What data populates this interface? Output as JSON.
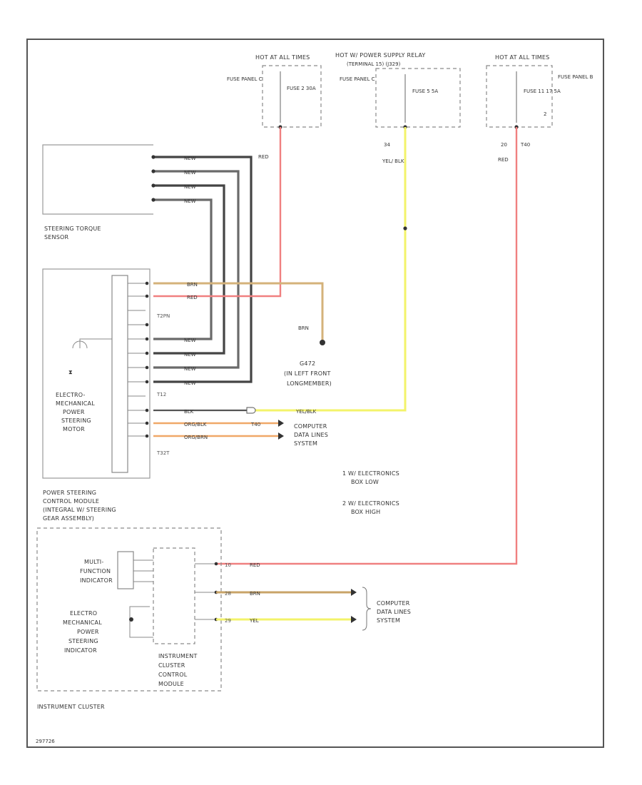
{
  "colors": {
    "red": "#f08080",
    "yellow": "#f3f36a",
    "brown_yellow": "#d4b27a",
    "orange": "#f0a868",
    "dark_wire": "#444444",
    "gray_wire": "#6a6a6a"
  },
  "power": {
    "src1": {
      "title": "HOT AT ALL TIMES",
      "panel": "FUSE PANEL C",
      "fuse": "FUSE 2 30A"
    },
    "src2": {
      "title": "HOT W/ POWER SUPPLY RELAY",
      "title2": "(TERMINAL 15) (J329)",
      "panel": "FUSE PANEL C",
      "fuse": "FUSE 5 5A"
    },
    "src3": {
      "title": "HOT AT ALL TIMES",
      "panel": "FUSE PANEL B",
      "fuse": "FUSE 11 17 5A",
      "side": "2"
    }
  },
  "wire_labels": {
    "red_top": "RED",
    "yel_pin": "34",
    "yel_top": "YEL/ BLK",
    "red3_pin": "20",
    "red3_conn": "T40",
    "red3_top": "RED",
    "sensor1": "NEW",
    "sensor2": "NEW",
    "sensor3": "NEW",
    "sensor4": "NEW",
    "brn": "BRN",
    "red_mod": "RED",
    "t2pn": "T2PN",
    "brn_ground": "BRN",
    "m1": "NEW",
    "m2": "NEW",
    "m3": "NEW",
    "m4": "NEW",
    "t12": "T12",
    "blk": "BLK",
    "yel_blk": "YEL/BLK",
    "org_blk": "ORG/BLK",
    "org_brn": "ORG/BRN",
    "t40a": "T40",
    "t32t": "T32T",
    "ic_red": "RED",
    "ic_brn": "BRN",
    "ic_yel": "YEL",
    "ic_pin1": "10",
    "ic_pin2": "28",
    "ic_pin3": "29"
  },
  "labels": {
    "torque_sensor": "STEERING TORQUE",
    "torque_sensor2": "SENSOR",
    "ground": "G472",
    "ground2": "(IN LEFT FRONT",
    "ground3": "LONGMEMBER)",
    "motor": [
      "ELECTRO-",
      "MECHANICAL",
      "POWER",
      "STEERING",
      "MOTOR"
    ],
    "cdl": [
      "COMPUTER",
      "DATA LINES",
      "SYSTEM"
    ],
    "note1": [
      "1 W/ ELECTRONICS",
      "BOX LOW"
    ],
    "note2": [
      "2 W/ ELECTRONICS",
      "BOX HIGH"
    ],
    "ps_module": [
      "POWER STEERING",
      "CONTROL MODULE",
      "(INTEGRAL W/ STEERING",
      "GEAR ASSEMBLY)"
    ],
    "multi_function": [
      "MULTI-",
      "FUNCTION",
      "INDICATOR"
    ],
    "ems_indicator": [
      "ELECTRO",
      "MECHANICAL",
      "POWER",
      "STEERING",
      "INDICATOR"
    ],
    "ic_control": [
      "INSTRUMENT",
      "CLUSTER",
      "CONTROL",
      "MODULE"
    ],
    "ic_cdl": [
      "COMPUTER",
      "DATA LINES",
      "SYSTEM"
    ],
    "instrument_cluster": "INSTRUMENT CLUSTER",
    "footer": "297726"
  }
}
